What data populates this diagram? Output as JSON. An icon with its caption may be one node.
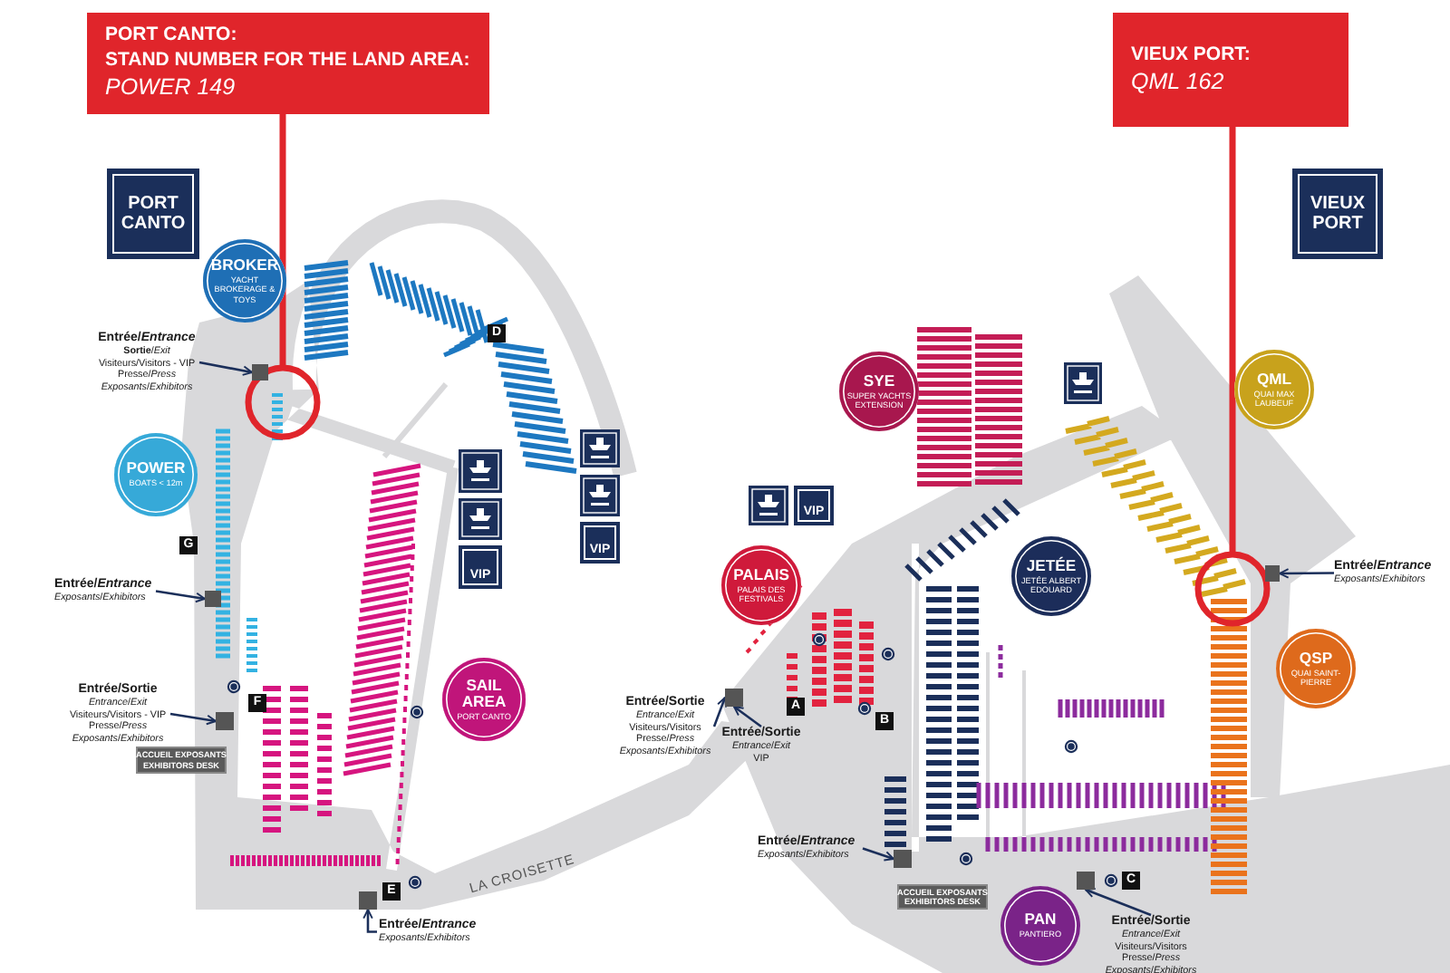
{
  "diagram": {
    "nodes": [
      {
        "text": [
          "PORT CANTO:",
          "STAND NUMBER FOR THE LAND AREA:",
          "POWER 149"
        ]
      },
      {
        "text": [
          "VIEUX PORT:",
          "QML 162"
        ]
      },
      {
        "text": [],
        "shape": "circle"
      },
      {
        "text": [],
        "shape": "circle"
      },
      {
        "text": [
          "PORT CANTO"
        ]
      },
      {
        "text": [
          "VIEUX PORT"
        ]
      },
      {
        "text": [
          "BROKER",
          "YACHT BROKERAGE & TOYS"
        ]
      },
      {
        "text": [
          "POWER",
          "BOATS < 12m"
        ]
      },
      {
        "text": [
          "SAIL AREA",
          "PORT CANTO"
        ]
      },
      {
        "text": [
          "SYE",
          "SUPER YACHTS EXTENSION"
        ]
      },
      {
        "text": [
          "PALAIS",
          "PALAIS DES FESTIVALS"
        ]
      },
      {
        "text": [
          "JETÉE",
          "JETÉE ALBERT EDOUARD"
        ]
      },
      {
        "text": [
          "QML",
          "QUAI MAX LAUBEUF"
        ]
      },
      {
        "text": [
          "QSP",
          "QUAI SAINT-PIERRE"
        ]
      },
      {
        "text": [
          "PAN",
          "PANTIERO"
        ]
      },
      {
        "text": [
          "ACCUEIL EXPOSANTS",
          "EXHIBITORS DESK"
        ]
      },
      {
        "text": [
          "ACCUEIL EXPOSANTS",
          "EXHIBITORS DESK"
        ]
      },
      {
        "text": [
          "VIP"
        ]
      },
      {
        "text": [
          "VIP"
        ]
      },
      {
        "text": [
          "VIP"
        ]
      },
      {
        "text": [
          "Entrée/*Entrance*",
          "**Sortie**/*Exit*",
          "Visiteurs/Visitors - VIP",
          "Presse/*Press*",
          "*Exposants*/*Exhibitors*"
        ]
      },
      {
        "text": [
          "Entrée/*Entrance*",
          "*Exposants*/*Exhibitors*"
        ]
      },
      {
        "text": [
          "Entrée/Sortie",
          "*Entrance*/*Exit*",
          "Visiteurs/Visitors - VIP",
          "Presse/*Press*",
          "*Exposants*/*Exhibitors*"
        ]
      },
      {
        "text": [
          "Entrée/*Entrance*",
          "*Exposants*/*Exhibitors*"
        ]
      },
      {
        "text": [
          "Entrée/Sortie",
          "*Entrance*/*Exit*",
          "Visiteurs/Visitors",
          "Presse/*Press*",
          "*Exposants*/*Exhibitors*"
        ]
      },
      {
        "text": [
          "Entrée/Sortie",
          "*Entrance*/*Exit*",
          "VIP"
        ]
      },
      {
        "text": [
          "Entrée/*Entrance*",
          "*Exposants*/*Exhibitors*"
        ]
      },
      {
        "text": [
          "Entrée/Sortie",
          "*Entrance*/*Exit*",
          "Visiteurs/Visitors",
          "Presse/*Press*",
          "*Exposants*/*Exhibitors*"
        ]
      },
      {
        "text": [
          "Entrée/*Entrance*",
          "*Exposants*/*Exhibitors*"
        ]
      },
      {
        "text": [],
        "shape": "box"
      },
      {
        "text": [],
        "shape": "box"
      },
      {
        "text": [],
        "shape": "box"
      },
      {
        "text": [],
        "shape": "box"
      },
      {
        "text": [],
        "shape": "box"
      },
      {
        "text": [],
        "shape": "box"
      },
      {
        "text": [],
        "shape": "box"
      },
      {
        "text": [],
        "shape": "box"
      }
    ],
    "edges": [
      {
        "from": 0,
        "to": 2,
        "arrow": "none",
        "style": "thick",
        "color": "#e0252b"
      },
      {
        "from": 1,
        "to": 3,
        "arrow": "none",
        "style": "thick",
        "color": "#e0252b"
      },
      {
        "from": 20,
        "to": 29,
        "arrow": "to"
      },
      {
        "from": 21,
        "to": 30,
        "arrow": "to"
      },
      {
        "from": 22,
        "to": 31,
        "arrow": "to"
      },
      {
        "from": 23,
        "to": 32,
        "arrow": "to"
      },
      {
        "from": 24,
        "to": 33,
        "arrow": "to"
      },
      {
        "from": 25,
        "to": 33,
        "arrow": "to"
      },
      {
        "from": 26,
        "to": 34,
        "arrow": "to"
      },
      {
        "from": 27,
        "to": 35,
        "arrow": "to"
      },
      {
        "from": 28,
        "to": 36,
        "arrow": "to"
      }
    ],
    "labels": [
      "D",
      "G",
      "F",
      "A",
      "B",
      "LA CROISETTE",
      "C",
      "E"
    ]
  }
}
